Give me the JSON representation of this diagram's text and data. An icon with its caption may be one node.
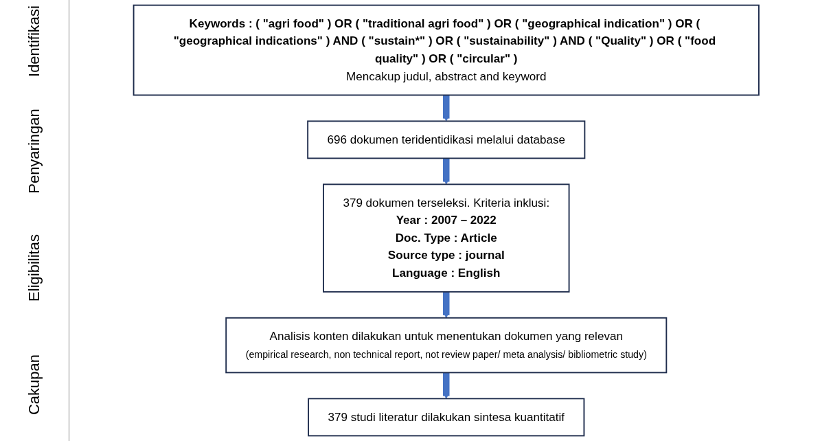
{
  "diagram": {
    "nodes": [
      {
        "text": [
          "Keywords : ( \"agri food\" ) OR ( \"traditional agri food\" ) OR ( \"geographical indication\" ) OR ( \"geographical indications\" ) AND ( \"sustain*\" ) OR ( \"sustainability\" ) AND ( \"Quality\" ) OR ( \"food quality\" ) OR ( \"circular\" )",
          "Mencakup judul, abstract and keyword"
        ]
      },
      {
        "text": [
          "696 dokumen teridentidikasi melalui database"
        ]
      },
      {
        "text": [
          "379 dokumen terseleksi. Kriteria inklusi:",
          "Year : 2007 – 2022",
          "Doc. Type : Article",
          "Source type : journal",
          "Language : English"
        ]
      },
      {
        "text": [
          "Analisis konten dilakukan untuk menentukan dokumen yang relevan",
          "(empirical research, non technical report, not review paper/ meta analysis/ bibliometric study)"
        ]
      },
      {
        "text": [
          "379 studi literatur dilakukan sintesa kuantitatif"
        ]
      }
    ],
    "edges": [
      {
        "from": 0,
        "to": 1,
        "arrow": "to"
      },
      {
        "from": 1,
        "to": 2,
        "arrow": "to"
      },
      {
        "from": 2,
        "to": 3,
        "arrow": "to"
      },
      {
        "from": 3,
        "to": 4,
        "arrow": "to"
      }
    ],
    "labels": [
      "Identifikasi",
      "Penyaringan",
      "Eligibilitas",
      "Cakupan"
    ]
  }
}
